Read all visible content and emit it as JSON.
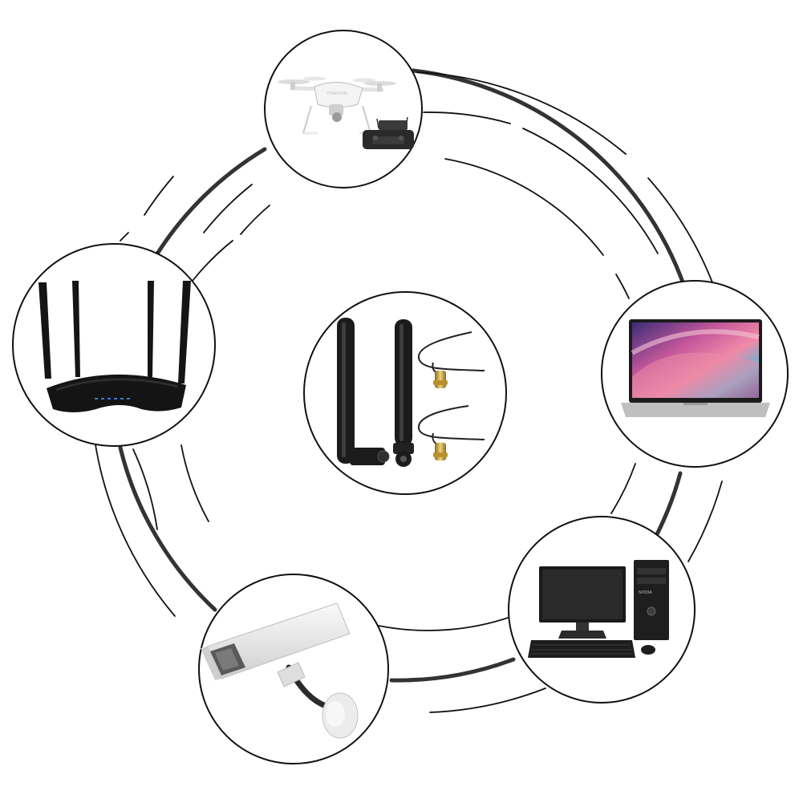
{
  "diagram": {
    "hub": {
      "icon": "antenna-pair-with-pigtail-cables-icon"
    },
    "nodes": [
      {
        "id": "drone",
        "icon": "drone-with-remote-controller-icon"
      },
      {
        "id": "router",
        "icon": "wifi-router-icon"
      },
      {
        "id": "laptop",
        "icon": "laptop-icon"
      },
      {
        "id": "desktop",
        "icon": "desktop-computer-icon"
      },
      {
        "id": "camera",
        "icon": "security-camera-icon"
      }
    ],
    "colors": {
      "ring": "#2e2e2e",
      "circle_stroke": "#111111",
      "antenna": "#1b1b1b",
      "connector_gold": "#c9a64a"
    }
  }
}
